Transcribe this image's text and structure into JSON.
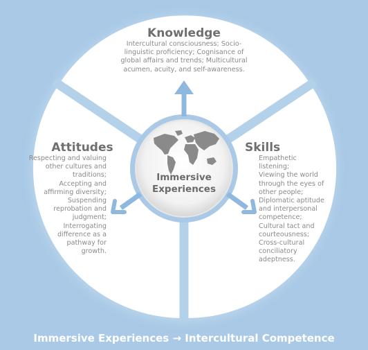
{
  "center": {
    "lines": [
      "Immersive",
      "Experiences"
    ]
  },
  "knowledge": {
    "title": "Knowledge",
    "lines": [
      "Intercultural consciousness; Socio-",
      "linguistic proficiency; Cognisance of",
      "global affairs and trends; Multicultural",
      "acumen, acuity, and self-awareness."
    ]
  },
  "attitudes": {
    "title": "Attitudes",
    "lines": [
      "Respecting and valuing",
      "other cultures and",
      "traditions;",
      "Accepting and",
      "affirming diversity;",
      "Suspending",
      "reprobation and",
      "judgment;",
      "Interrogating",
      "difference as a",
      "pathway for",
      "growth."
    ]
  },
  "skills": {
    "title": "Skills",
    "lines": [
      "Empathetic listening;",
      "Viewing the world",
      "through the eyes of",
      "other people;",
      "Diplomatic aptitude",
      "and interpersonal",
      "competence;",
      "Cultural tact and",
      "courteousness;",
      "Cross-cultural",
      "conciliatory",
      "adeptness."
    ]
  },
  "caption": "Immersive Experiences → Intercultural Competence",
  "colors": {
    "background": "#a9c9e6",
    "arrow": "#8fb8de",
    "divider": "#b4d1ea",
    "world_map": "#8a8a8a"
  },
  "icons": {
    "center": "world-map-icon"
  }
}
